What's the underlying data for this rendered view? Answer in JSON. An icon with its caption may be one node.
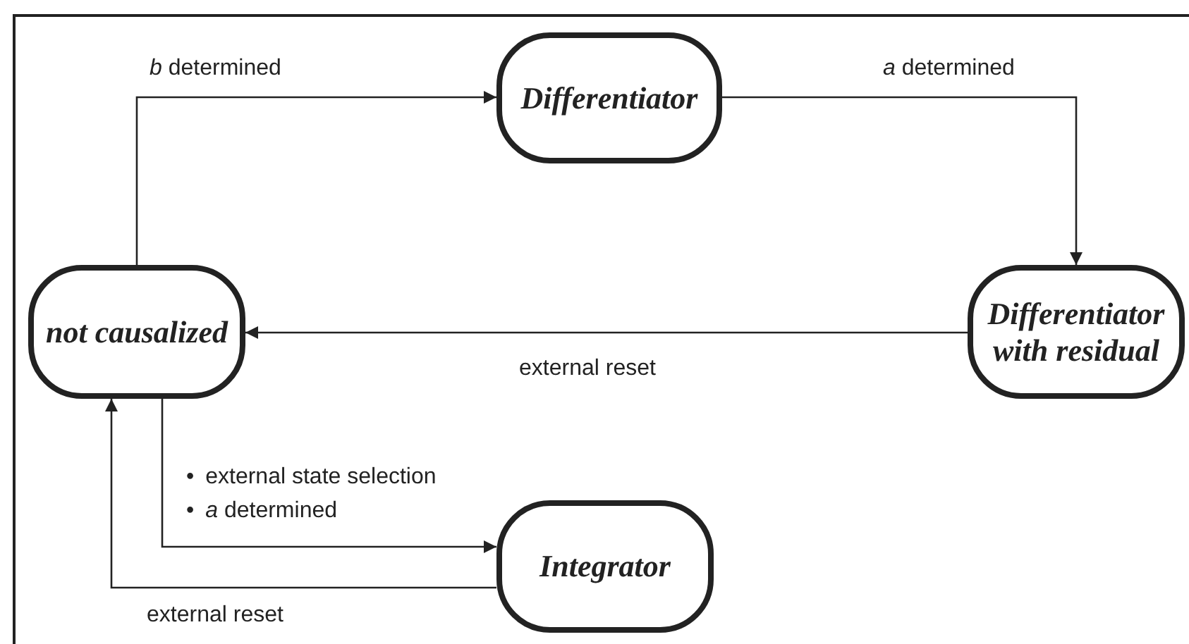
{
  "diagram": {
    "nodes": [
      {
        "text": [
          "Differentiator"
        ]
      },
      {
        "text": [
          "not causalized"
        ]
      },
      {
        "text": [
          "Differentiator with residual"
        ]
      },
      {
        "text": [
          "Integrator"
        ]
      }
    ],
    "edges": [
      {
        "from": 1,
        "to": 0,
        "arrow": "to",
        "label": "*b* determined"
      },
      {
        "from": 0,
        "to": 2,
        "arrow": "to",
        "label": "*a* determined"
      },
      {
        "from": 2,
        "to": 1,
        "arrow": "to",
        "label": "external reset"
      },
      {
        "from": 1,
        "to": 3,
        "arrow": "to",
        "label": "• external state selection • *a* determined"
      },
      {
        "from": 3,
        "to": 1,
        "arrow": "to",
        "label": "external reset"
      }
    ]
  }
}
